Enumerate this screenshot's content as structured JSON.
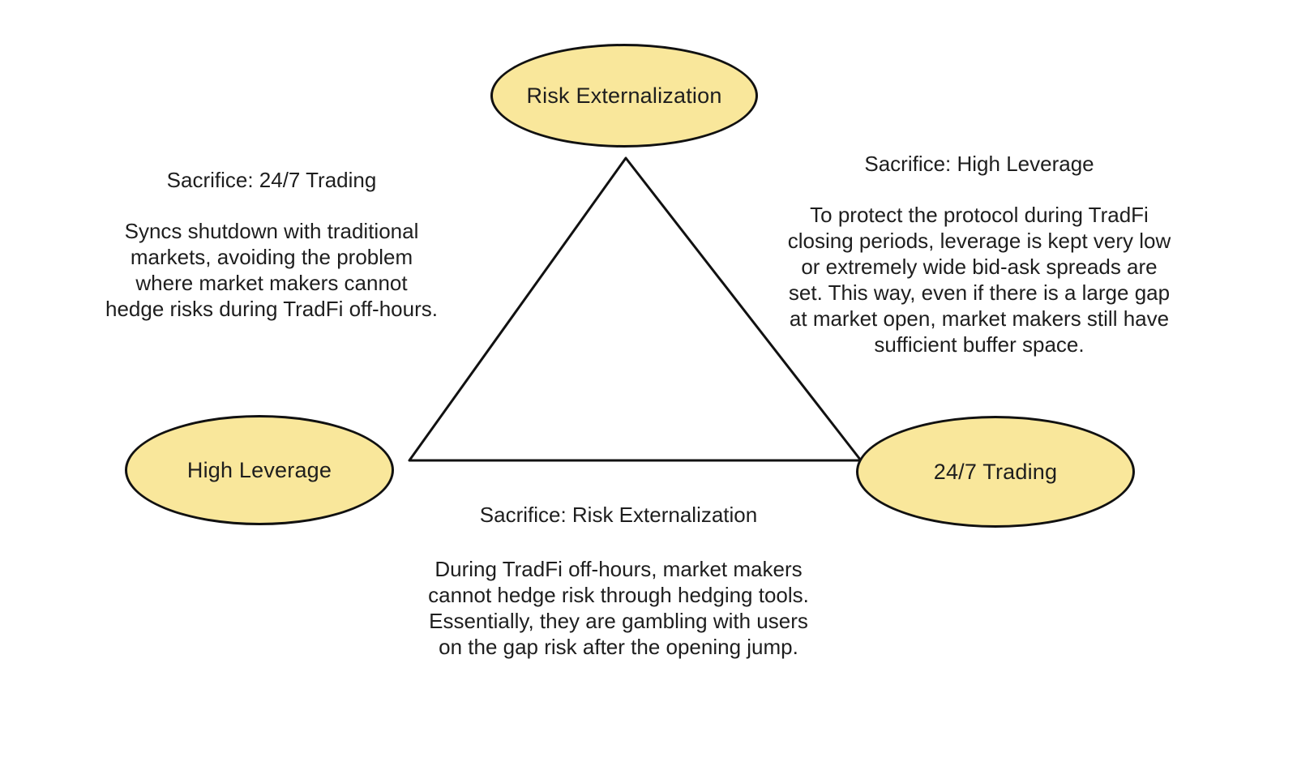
{
  "diagram": {
    "type": "trilemma-triangle",
    "nodes": {
      "top": {
        "label": "Risk Externalization"
      },
      "bottom_left": {
        "label": "High Leverage"
      },
      "bottom_right": {
        "label": "24/7 Trading"
      }
    },
    "annotations": {
      "left": {
        "title": "Sacrifice: 24/7 Trading",
        "body": "Syncs shutdown with traditional\nmarkets, avoiding the problem\nwhere market makers cannot\nhedge risks during TradFi off-hours."
      },
      "right": {
        "title": "Sacrifice: High Leverage",
        "body": "To protect the protocol during TradFi\nclosing periods, leverage is kept very low\nor extremely wide bid-ask spreads are\nset. This way, even if there is a large gap\nat market open, market makers still have\nsufficient buffer space."
      },
      "bottom": {
        "title": "Sacrifice: Risk Externalization",
        "body": "During TradFi off-hours, market makers\ncannot hedge risk through hedging tools.\nEssentially, they are gambling with users\non the gap risk after the opening jump."
      }
    },
    "colors": {
      "node_fill": "#F9E79B",
      "stroke": "#111111",
      "text": "#1E1E1E",
      "background": "#FFFFFF"
    }
  }
}
